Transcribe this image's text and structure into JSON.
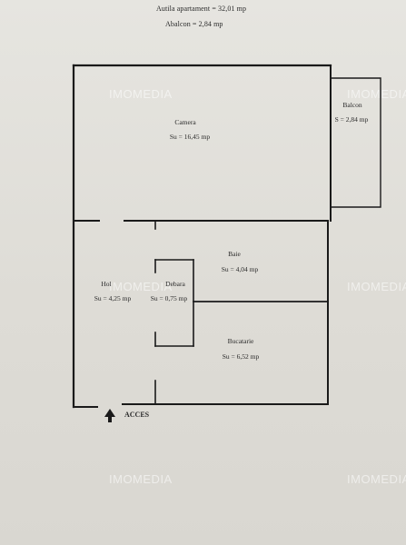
{
  "header": {
    "total_area": "Autila apartament   = 32,01   mp",
    "balcony_area": "Abalcon   = 2,84  mp"
  },
  "rooms": {
    "camera": {
      "name": "Camera",
      "area": "Su  =  16,45  mp"
    },
    "balcon": {
      "name": "Balcon",
      "area": "S = 2,84 mp"
    },
    "baie": {
      "name": "Baie",
      "area": "Su  =  4,04 mp"
    },
    "hol": {
      "name": "Hol",
      "area": "Su = 4,25 mp"
    },
    "debara": {
      "name": "Debara",
      "area": "Su = 0,75 mp"
    },
    "bucatarie": {
      "name": "Bucatarie",
      "area": "Su  =  6,52  mp"
    }
  },
  "entrance": {
    "label": "ACCES"
  },
  "watermark": {
    "text": "IMOMEDIA"
  },
  "colors": {
    "wall": "#1a1a1a",
    "paper": "#e2e1dc",
    "watermark": "#ffffff"
  },
  "icons": {
    "entrance_arrow": "arrow-up-icon"
  }
}
